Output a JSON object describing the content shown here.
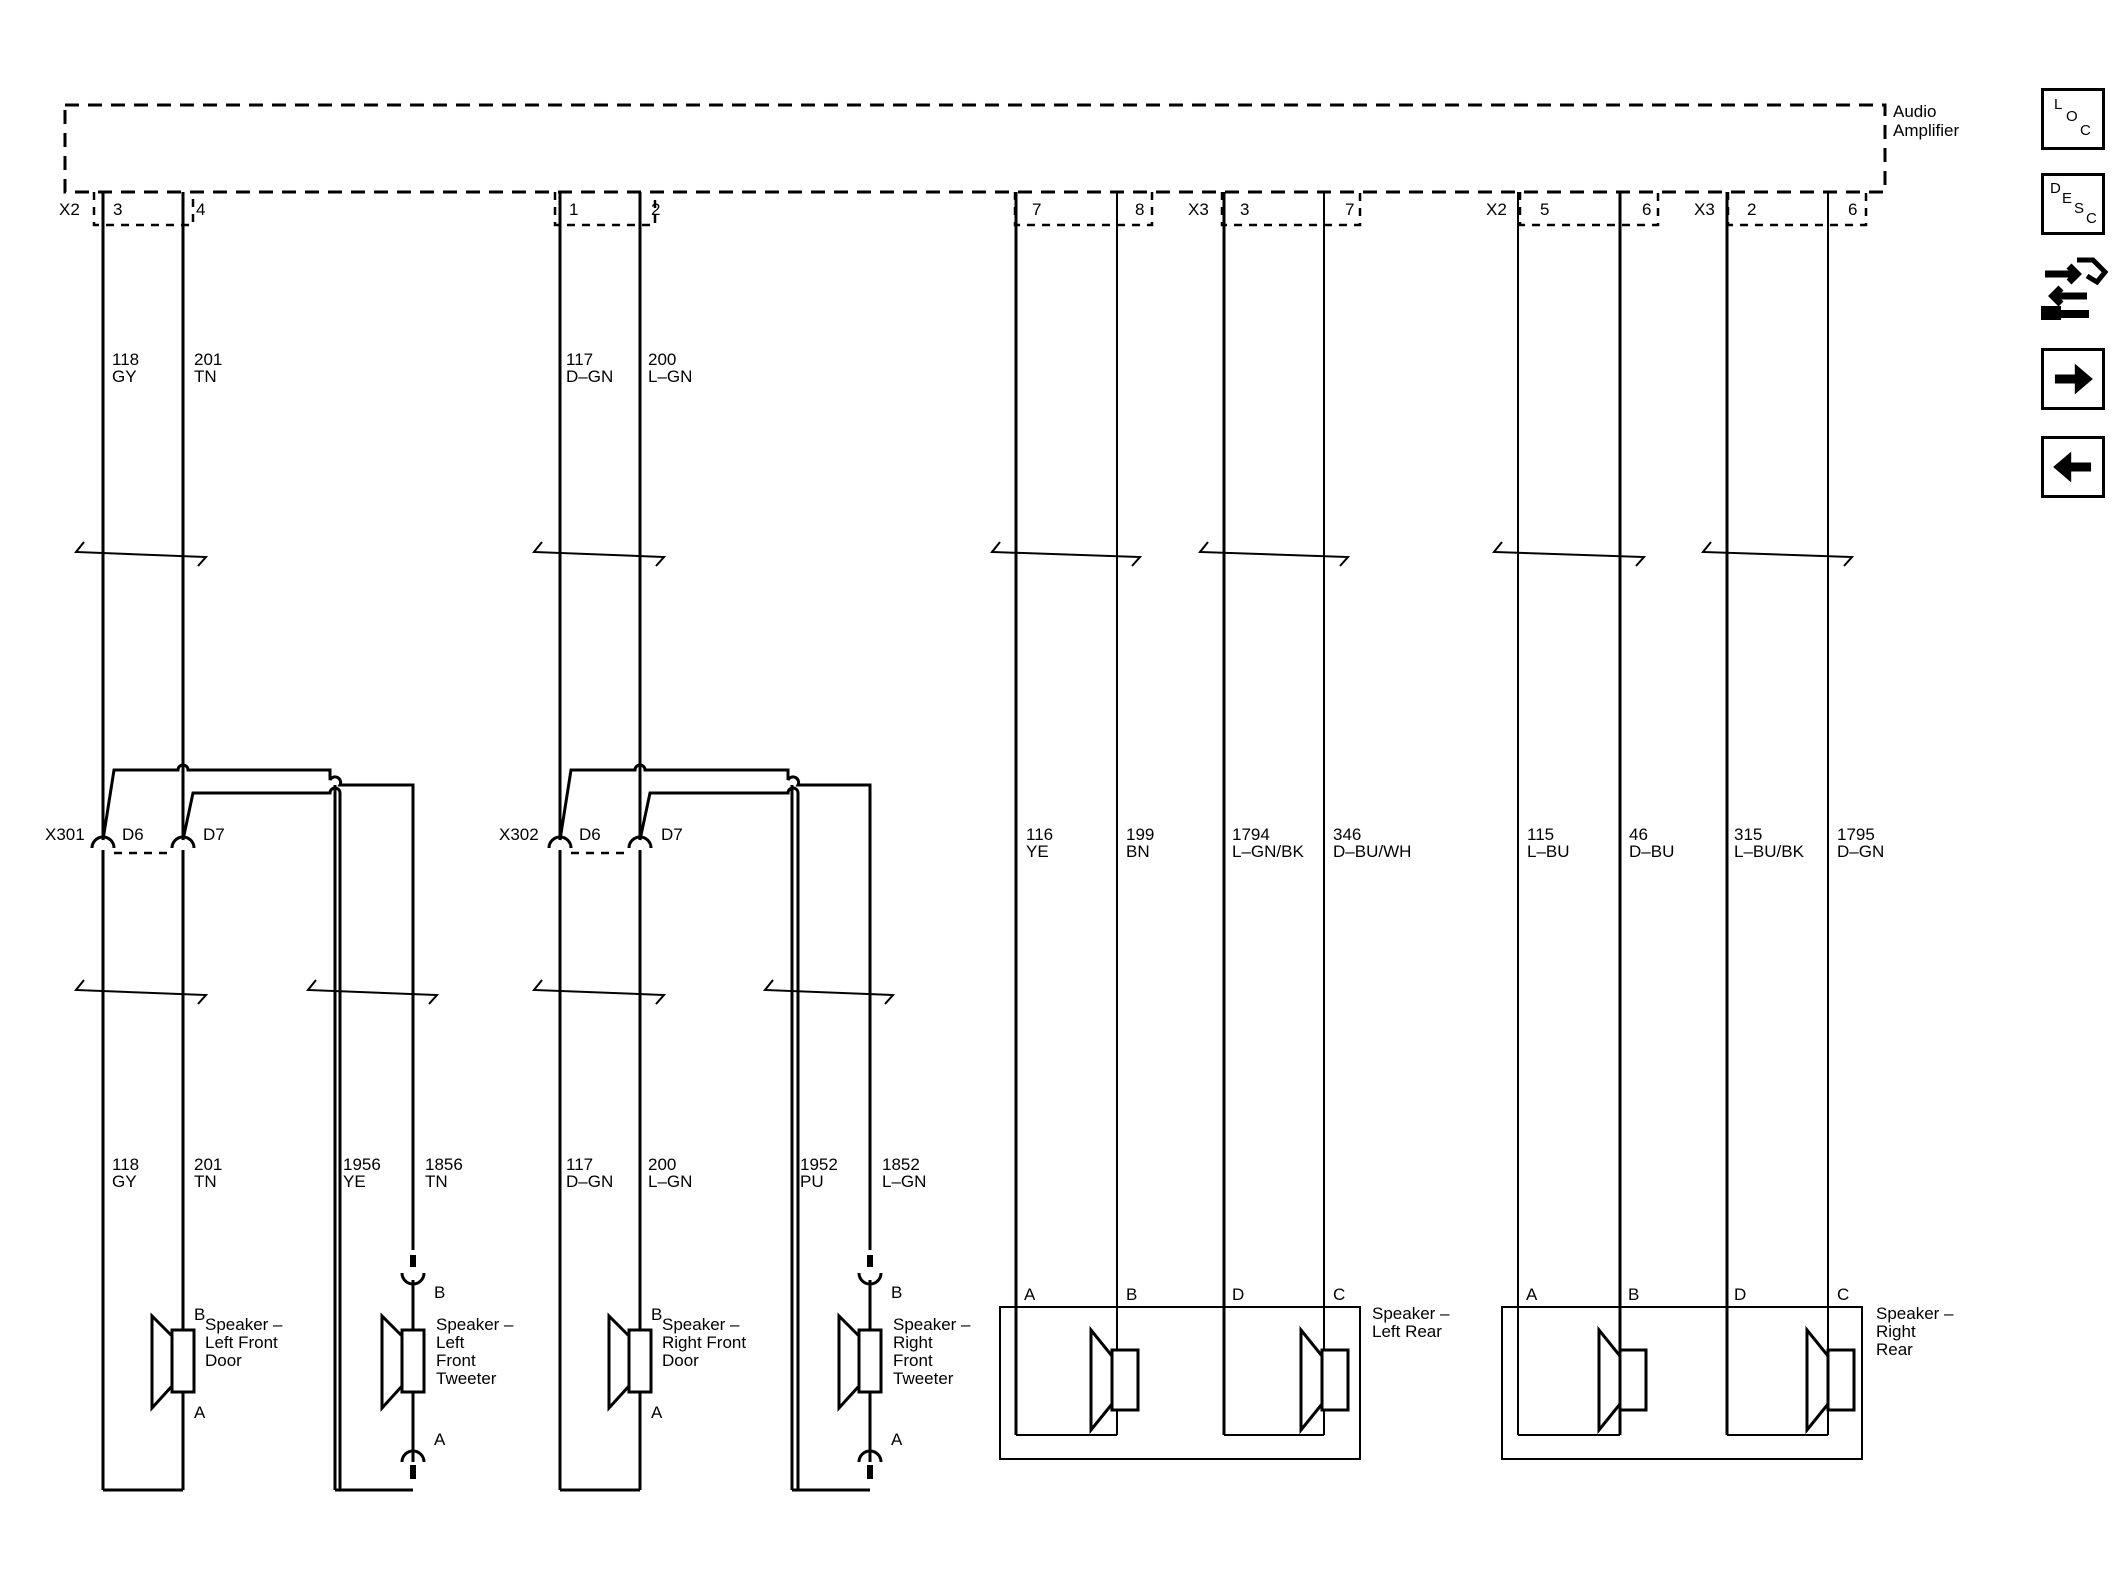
{
  "amplifier": {
    "name_line1": "Audio",
    "name_line2": "Amplifier",
    "connectors": [
      "X2",
      "X3",
      "X2",
      "X3"
    ],
    "pins": [
      "3",
      "4",
      "1",
      "2",
      "7",
      "8",
      "3",
      "7",
      "5",
      "6",
      "2",
      "6"
    ]
  },
  "splices": [
    {
      "name": "X301",
      "pins": [
        "D6",
        "D7"
      ]
    },
    {
      "name": "X302",
      "pins": [
        "D6",
        "D7"
      ]
    }
  ],
  "wires_upper": [
    {
      "circuit": "118",
      "color": "GY"
    },
    {
      "circuit": "201",
      "color": "TN"
    },
    {
      "circuit": "117",
      "color": "D–GN"
    },
    {
      "circuit": "200",
      "color": "L–GN"
    }
  ],
  "wires_rear": [
    {
      "circuit": "116",
      "color": "YE"
    },
    {
      "circuit": "199",
      "color": "BN"
    },
    {
      "circuit": "1794",
      "color": "L–GN/BK"
    },
    {
      "circuit": "346",
      "color": "D–BU/WH"
    },
    {
      "circuit": "115",
      "color": "L–BU"
    },
    {
      "circuit": "46",
      "color": "D–BU"
    },
    {
      "circuit": "315",
      "color": "L–BU/BK"
    },
    {
      "circuit": "1795",
      "color": "D–GN"
    }
  ],
  "wires_lower": [
    {
      "circuit": "118",
      "color": "GY"
    },
    {
      "circuit": "201",
      "color": "TN"
    },
    {
      "circuit": "1956",
      "color": "YE"
    },
    {
      "circuit": "1856",
      "color": "TN"
    },
    {
      "circuit": "117",
      "color": "D–GN"
    },
    {
      "circuit": "200",
      "color": "L–GN"
    },
    {
      "circuit": "1952",
      "color": "PU"
    },
    {
      "circuit": "1852",
      "color": "L–GN"
    }
  ],
  "speakers": [
    {
      "lines": [
        "Speaker –",
        "Left Front",
        "Door"
      ],
      "terminals": [
        "B",
        "A"
      ]
    },
    {
      "lines": [
        "Speaker –",
        "Left",
        "Front",
        "Tweeter"
      ],
      "terminals": [
        "B",
        "A"
      ]
    },
    {
      "lines": [
        "Speaker –",
        "Right Front",
        "Door"
      ],
      "terminals": [
        "B",
        "A"
      ]
    },
    {
      "lines": [
        "Speaker –",
        "Right",
        "Front",
        "Tweeter"
      ],
      "terminals": [
        "B",
        "A"
      ]
    },
    {
      "lines": [
        "Speaker –",
        "Left Rear"
      ],
      "terminals": [
        "A",
        "B",
        "D",
        "C"
      ]
    },
    {
      "lines": [
        "Speaker –",
        "Right",
        "Rear"
      ],
      "terminals": [
        "A",
        "B",
        "D",
        "C"
      ]
    }
  ],
  "nav": {
    "loc": [
      "L",
      "O",
      "C"
    ],
    "desc": [
      "D",
      "E",
      "S",
      "C"
    ],
    "icons": [
      "harness-tools-icon",
      "arrow-right-icon",
      "arrow-left-icon"
    ]
  }
}
